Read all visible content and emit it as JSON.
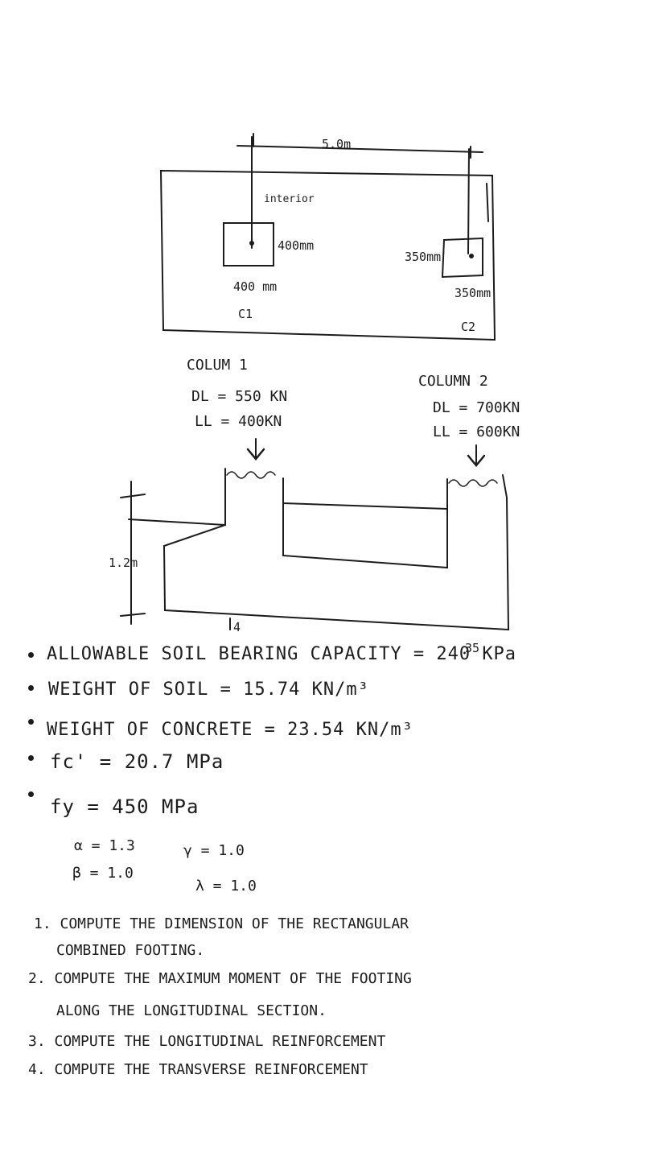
{
  "plan": {
    "spacing_label": "5.0m",
    "interior_label": "interior",
    "c1_side_label": "400mm",
    "c1_bottom_label": "400 mm",
    "c1_name": "C1",
    "c2_side_label": "350mm",
    "c2_bottom_label": "350mm",
    "c2_name": "C2"
  },
  "columns": {
    "col1": {
      "title": "COLUM 1",
      "dl": "DL = 550 KN",
      "ll": "LL = 400KN"
    },
    "col2": {
      "title": "COLUMN 2",
      "dl": "DL = 700KN",
      "ll": "LL = 600KN"
    }
  },
  "section": {
    "depth_label": "1.2m",
    "left_mark": "4",
    "right_mark": "35"
  },
  "givens": [
    "ALLOWABLE SOIL BEARING CAPACITY = 240 KPa",
    "WEIGHT OF SOIL = 15.74 KN/m³",
    "WEIGHT OF CONCRETE = 23.54 KN/m³",
    "fc' = 20.7 MPa",
    "fy = 450 MPa"
  ],
  "factors": {
    "alpha": "α = 1.3",
    "gamma": "γ = 1.0",
    "beta": "β = 1.0",
    "lambda": "λ = 1.0"
  },
  "questions": {
    "q1_line1": "1. COMPUTE THE DIMENSION OF THE RECTANGULAR",
    "q1_line2": "COMBINED FOOTING.",
    "q2_line1": "2. COMPUTE THE MAXIMUM MOMENT OF THE FOOTING",
    "q2_line2": "ALONG THE LONGITUDINAL SECTION.",
    "q3": "3. COMPUTE THE LONGITUDINAL REINFORCEMENT",
    "q4": "4. COMPUTE THE TRANSVERSE REINFORCEMENT"
  }
}
